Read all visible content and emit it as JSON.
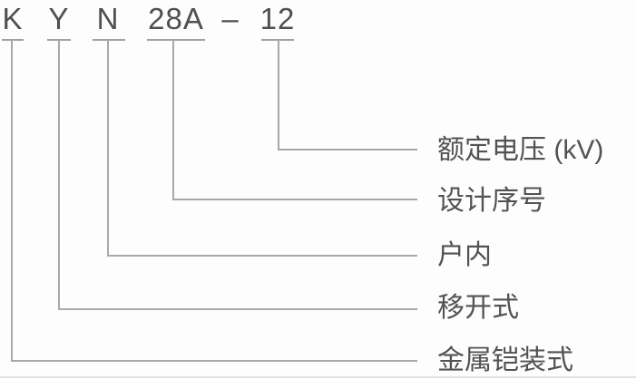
{
  "diagram": {
    "model_code": {
      "segments": [
        {
          "text": "K"
        },
        {
          "text": "Y"
        },
        {
          "text": "N"
        },
        {
          "text": "28A"
        },
        {
          "text": "–"
        },
        {
          "text": "12"
        }
      ]
    },
    "legend": [
      {
        "code": "12",
        "label": "额定电压 (kV)"
      },
      {
        "code": "28A",
        "label": "设计序号"
      },
      {
        "code": "N",
        "label": "户内"
      },
      {
        "code": "Y",
        "label": "移开式"
      },
      {
        "code": "K",
        "label": "金属铠装式"
      }
    ],
    "colors": {
      "text": "#4f4f4f",
      "line": "#a8a8a8",
      "background": "#fdfdfd"
    }
  }
}
